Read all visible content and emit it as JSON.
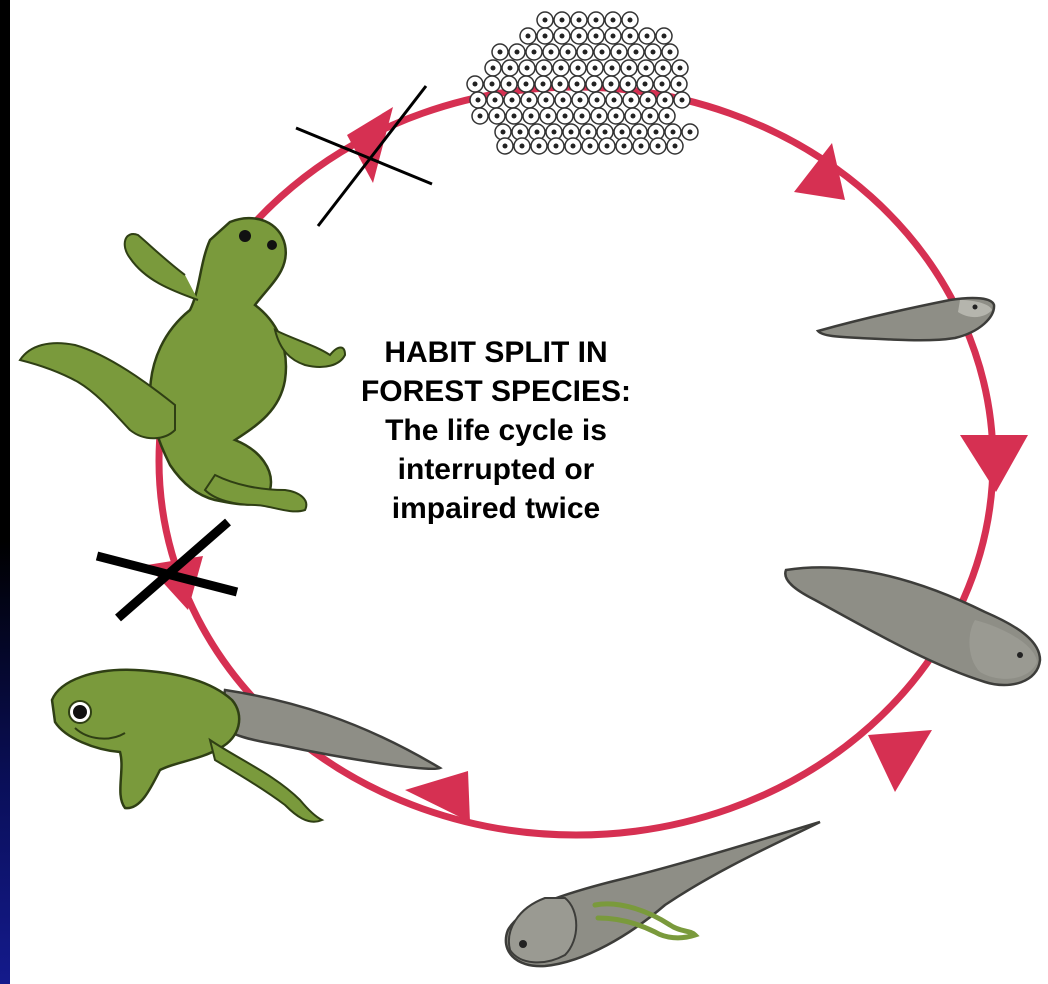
{
  "caption": {
    "lines": [
      "HABIT SPLIT IN",
      "FOREST SPECIES:",
      "The life cycle is",
      "interrupted or",
      "impaired twice"
    ]
  },
  "stages": [
    "egg-mass-icon",
    "hatchling-tadpole-icon",
    "tadpole-icon",
    "tadpole-with-legs-icon",
    "froglet-icon",
    "adult-frog-icon"
  ],
  "colors": {
    "cycle": "#d63052",
    "frog": "#7a9a3c",
    "tadpole": "#8e8e86",
    "background": "#000000",
    "panel": "#ffffff"
  }
}
